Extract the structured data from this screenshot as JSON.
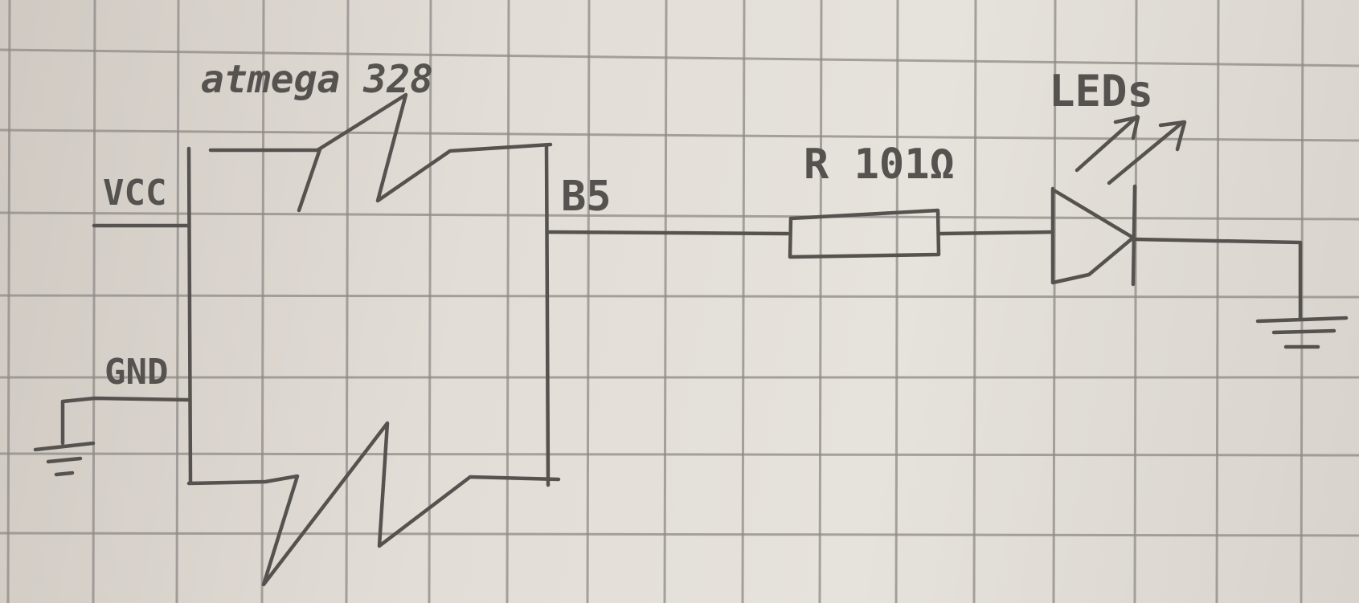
{
  "labels": {
    "chip": "atmega 328",
    "vcc": "VCC",
    "gnd": "GND",
    "pin": "B5",
    "resistor": "R 101Ω",
    "led": "LEDs"
  },
  "icons": {
    "ground_left": "ground-symbol",
    "ground_right": "ground-symbol",
    "led": "diode-led-symbol",
    "resistor": "resistor-symbol"
  },
  "colors": {
    "ink": "#55524f",
    "grid": "#8f8a86",
    "paper": "#e2ddd6"
  }
}
